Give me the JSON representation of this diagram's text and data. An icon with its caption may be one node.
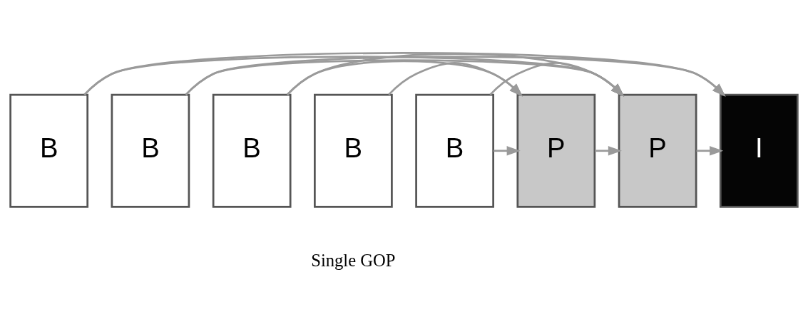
{
  "diagram": {
    "nodes": [
      {
        "text": [
          "I"
        ]
      },
      {
        "text": [
          "B"
        ]
      },
      {
        "text": [
          "B"
        ]
      },
      {
        "text": [
          "P"
        ]
      },
      {
        "text": [
          "B"
        ]
      },
      {
        "text": [
          "B"
        ]
      },
      {
        "text": [
          "B"
        ]
      },
      {
        "text": [
          "P"
        ]
      }
    ],
    "edges": [
      {
        "from": 3,
        "to": 0,
        "arrow": "to"
      },
      {
        "from": 7,
        "to": 3,
        "arrow": "to"
      },
      {
        "from": 2,
        "to": 0,
        "arrow": "to"
      },
      {
        "from": 1,
        "to": 0,
        "arrow": "to"
      },
      {
        "from": 2,
        "to": 3,
        "arrow": "to"
      },
      {
        "from": 1,
        "to": 3,
        "arrow": "to"
      },
      {
        "from": 6,
        "to": 3,
        "arrow": "to"
      },
      {
        "from": 5,
        "to": 3,
        "arrow": "to"
      },
      {
        "from": 6,
        "to": 7,
        "arrow": "to"
      },
      {
        "from": 5,
        "to": 7,
        "arrow": "to"
      },
      {
        "from": 4,
        "to": 7,
        "arrow": "to"
      }
    ],
    "labels": [
      "Single GOP"
    ]
  }
}
